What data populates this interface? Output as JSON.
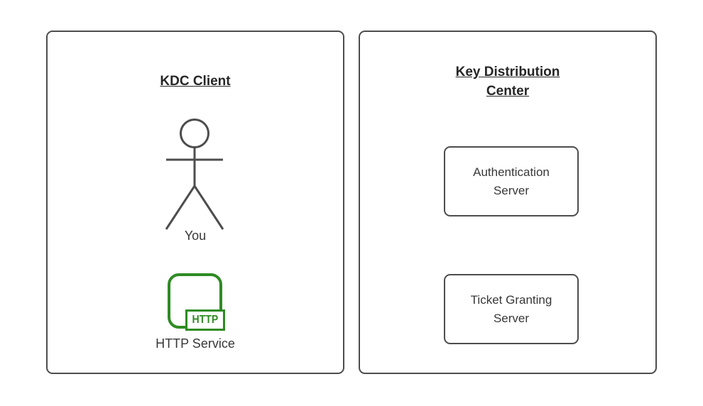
{
  "left_panel": {
    "title": "KDC Client",
    "actor_label": "You",
    "service_badge": "HTTP",
    "service_label": "HTTP Service"
  },
  "right_panel": {
    "title": "Key Distribution Center",
    "boxes": [
      {
        "label": "Authentication Server"
      },
      {
        "label": "Ticket Granting Server"
      }
    ]
  },
  "colors": {
    "stroke": "#4d4d4d",
    "title_text": "#262626",
    "label_text": "#383838",
    "accent_green": "#2e8b23",
    "background": "#ffffff"
  }
}
